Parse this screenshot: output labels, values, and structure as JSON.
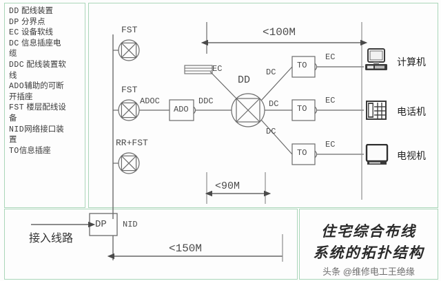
{
  "legend": {
    "items": [
      {
        "code": "DD",
        "text": "配线装置"
      },
      {
        "code": "DP",
        "text": "分界点"
      },
      {
        "code": "EC",
        "text": "设备软线"
      },
      {
        "code": "DC",
        "text": "信息插座电"
      },
      {
        "code": "",
        "text": "缆"
      },
      {
        "code": "DDC",
        "text": "配线装置软"
      },
      {
        "code": "",
        "text": "线"
      },
      {
        "code": "ADO",
        "text": "辅助的可断"
      },
      {
        "code": "",
        "text": "开插座"
      },
      {
        "code": "FST",
        "text": "楼层配线设"
      },
      {
        "code": "",
        "text": "备"
      },
      {
        "code": "NID",
        "text": "网络接口装"
      },
      {
        "code": "",
        "text": "置"
      },
      {
        "code": "TO",
        "text": "信息插座"
      }
    ]
  },
  "diagram": {
    "nodes": {
      "fst_top": "FST",
      "fst_mid": "FST",
      "fst_bottom": "RR+FST",
      "dd": "DD",
      "ado_box": "ADO",
      "dp_box": "DP",
      "nid": "NID",
      "to_1": "TO",
      "to_2": "TO",
      "to_3": "TO"
    },
    "link_labels": {
      "adoc": "ADOC",
      "ddc": "DDC",
      "ec_patch": "EC",
      "dc_1": "DC",
      "dc_2": "DC",
      "dc_3": "DC",
      "ec_1": "EC",
      "ec_2": "EC",
      "ec_3": "EC"
    },
    "dimensions": {
      "d100": "<100M",
      "d90": "<90M",
      "d150": "<150M"
    },
    "terminals": [
      {
        "icon": "computer-icon",
        "label": "计算机"
      },
      {
        "icon": "telephone-icon",
        "label": "电话机"
      },
      {
        "icon": "television-icon",
        "label": "电视机"
      }
    ],
    "access_line": "接入线路"
  },
  "caption": {
    "line1": "住宅综合布线",
    "line2": "系统的拓扑结构",
    "watermark": "头条 @维修电工王绝缘"
  },
  "colors": {
    "panel_border": "#a9d6b8",
    "line": "#5a5a5a",
    "text": "#3a3a3a",
    "background": "#fdfdfd"
  }
}
